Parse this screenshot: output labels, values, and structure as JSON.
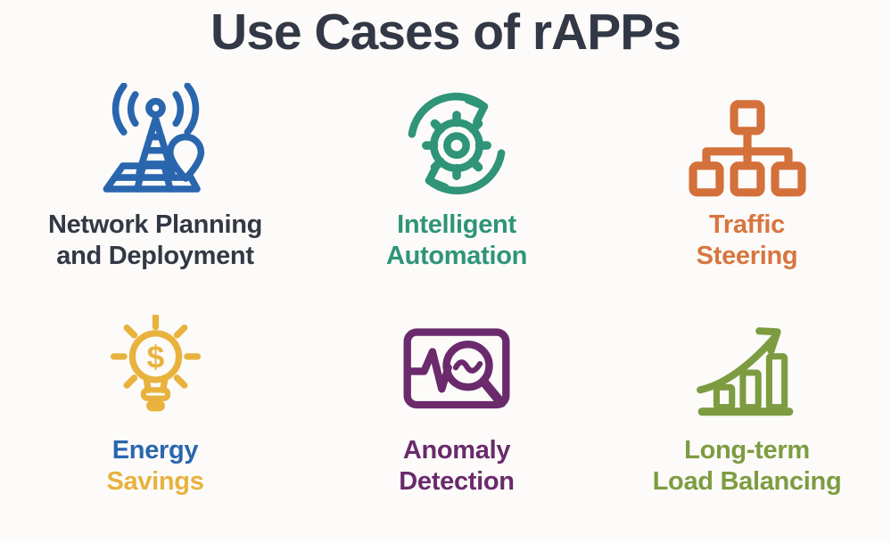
{
  "title": "Use Cases of rAPPs",
  "title_color": "#323845",
  "background_color": "#fcfbf9",
  "items": [
    {
      "id": "network-planning-and-deployment",
      "icon": "cell-tower-map-pin-icon",
      "icon_color": "#2a66ae",
      "lines": [
        {
          "text": "Network Planning",
          "color": "#333845"
        },
        {
          "text": "and Deployment",
          "color": "#333845"
        }
      ]
    },
    {
      "id": "intelligent-automation",
      "icon": "gear-cycle-arrows-icon",
      "icon_color": "#2f9478",
      "lines": [
        {
          "text": "Intelligent",
          "color": "#2f9478"
        },
        {
          "text": "Automation",
          "color": "#2f9478"
        }
      ]
    },
    {
      "id": "traffic-steering",
      "icon": "sitemap-hierarchy-icon",
      "icon_color": "#d4703a",
      "lines": [
        {
          "text": "Traffic",
          "color": "#d8753f"
        },
        {
          "text": "Steering",
          "color": "#d8753f"
        }
      ]
    },
    {
      "id": "energy-savings",
      "icon": "lightbulb-dollar-icon",
      "icon_color": "#e8b23d",
      "lines": [
        {
          "text": "Energy",
          "color": "#2a66ae"
        },
        {
          "text": "Savings",
          "color": "#e8b23d"
        }
      ]
    },
    {
      "id": "anomaly-detection",
      "icon": "waveform-magnifier-icon",
      "icon_color": "#6a2a6c",
      "lines": [
        {
          "text": "Anomaly",
          "color": "#6a2a6c"
        },
        {
          "text": "Detection",
          "color": "#6a2a6c"
        }
      ]
    },
    {
      "id": "long-term-load-balancing",
      "icon": "growth-bar-chart-arrow-icon",
      "icon_color": "#7d9c41",
      "lines": [
        {
          "text": "Long-term",
          "color": "#7d9c41"
        },
        {
          "text": "Load Balancing",
          "color": "#7d9c41"
        }
      ]
    }
  ]
}
